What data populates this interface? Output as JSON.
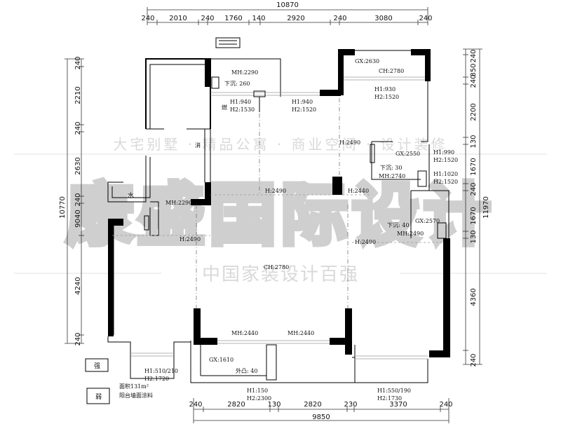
{
  "top": {
    "total": "10870",
    "segments": [
      "240",
      "2010",
      "240",
      "1760",
      "140",
      "2920",
      "240",
      "3080",
      "240"
    ]
  },
  "bottom": {
    "total": "9850",
    "segments": [
      "240",
      "2820",
      "130",
      "2820",
      "230",
      "3370",
      "240"
    ]
  },
  "left": {
    "total": "10770",
    "segments": [
      "240",
      "2210",
      "240",
      "2630",
      "240",
      "9040",
      "4240",
      "240"
    ]
  },
  "right": {
    "total": "11970",
    "segments": [
      "240",
      "850",
      "240",
      "2200",
      "130",
      "1670",
      "240",
      "1670",
      "130",
      "4360",
      "240"
    ]
  },
  "watermark": {
    "tagline": "大宅别墅 · 精品公寓 · 商业空间 · 设计装修",
    "brand": "康盛国际设计",
    "slogan": "中国家装设计百强"
  },
  "annotations": {
    "mh2290_top": "MH:2290",
    "xiachen260": "下沉: 260",
    "h1_940_a": "H1:940",
    "h2_1530": "H2:1530",
    "h1_940_b": "H1:940",
    "h2_1520_a": "H2:1520",
    "gx2630": "GX:2630",
    "ch2780_top": "CH:2780",
    "h1_930": "H1:930",
    "h2_1520_b": "H2:1520",
    "h2490_mid": "H:2490",
    "gx2550": "GX:2550",
    "xiachen30": "下沉: 30",
    "mh2740": "MH:2740",
    "h1_990": "H1:990",
    "h2_1520_c": "H2:1520",
    "h1_1020": "H1:1020",
    "h2_1520_d": "H2:1520",
    "h2490_center": "H:2490",
    "h2440": "H:2440",
    "gx2570": "GX:2570",
    "xiachen40": "下沉: 40",
    "mh2490_r": "MH:2490",
    "h2490_right": "H:2490",
    "h2490_left": "H:2490",
    "mh2290_left": "MH:2290",
    "ch2780_center": "CH:2780",
    "mh2440_a": "MH:2440",
    "mh2440_b": "MH:2440",
    "gx1610": "GX:1610",
    "waitu40": "外凸: 40",
    "h1_510_210": "H1:510/210",
    "h2_1720": "H2:1720",
    "h1_150": "H1:150",
    "h2_2300": "H2:2300",
    "h1_550_190": "H1:550/190",
    "h2_1730": "H2:1730",
    "water": "水",
    "fire": "消",
    "gas": "燃",
    "area": "面积131m²",
    "balcony": "阳台墙面涂料",
    "legend_strong": "强",
    "legend_weak": "弱"
  }
}
